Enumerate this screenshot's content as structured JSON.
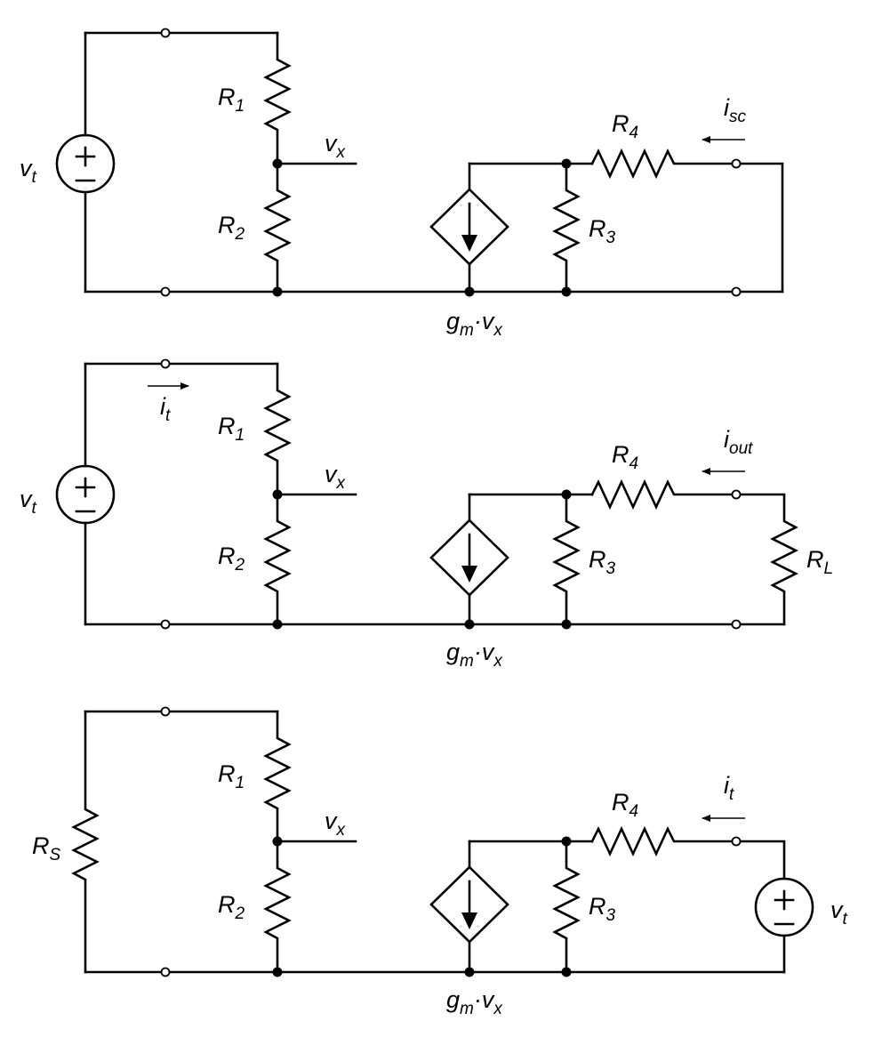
{
  "circuits": [
    {
      "source_label": "v",
      "source_sub": "t",
      "r1_label": "R",
      "r1_sub": "1",
      "r2_label": "R",
      "r2_sub": "2",
      "r3_label": "R",
      "r3_sub": "3",
      "r4_label": "R",
      "r4_sub": "4",
      "vx_label": "v",
      "vx_sub": "x",
      "right_current_label": "i",
      "right_current_sub": "sc",
      "gm_label": "g",
      "gm_sub": "m",
      "gm_dot": "·",
      "gm_v": "v",
      "gm_v_sub": "x"
    },
    {
      "source_label": "v",
      "source_sub": "t",
      "input_current_label": "i",
      "input_current_sub": "t",
      "r1_label": "R",
      "r1_sub": "1",
      "r2_label": "R",
      "r2_sub": "2",
      "r3_label": "R",
      "r3_sub": "3",
      "r4_label": "R",
      "r4_sub": "4",
      "rl_label": "R",
      "rl_sub": "L",
      "vx_label": "v",
      "vx_sub": "x",
      "right_current_label": "i",
      "right_current_sub": "out",
      "gm_label": "g",
      "gm_sub": "m",
      "gm_dot": "·",
      "gm_v": "v",
      "gm_v_sub": "x"
    },
    {
      "rs_label": "R",
      "rs_sub": "S",
      "r1_label": "R",
      "r1_sub": "1",
      "r2_label": "R",
      "r2_sub": "2",
      "r3_label": "R",
      "r3_sub": "3",
      "r4_label": "R",
      "r4_sub": "4",
      "vx_label": "v",
      "vx_sub": "x",
      "right_current_label": "i",
      "right_current_sub": "t",
      "source_label": "v",
      "source_sub": "t",
      "gm_label": "g",
      "gm_sub": "m",
      "gm_dot": "·",
      "gm_v": "v",
      "gm_v_sub": "x"
    }
  ]
}
